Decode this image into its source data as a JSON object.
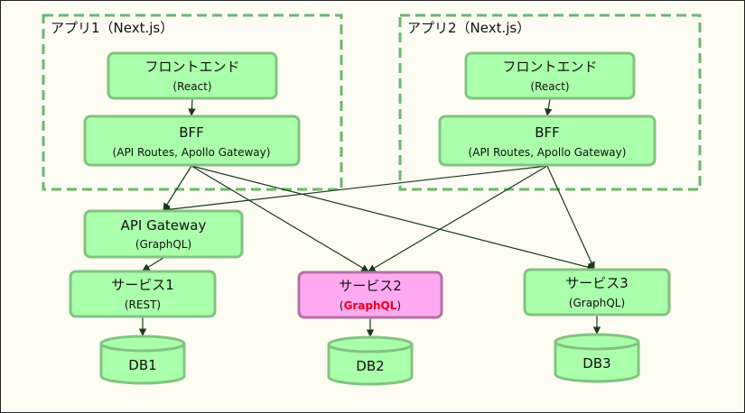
{
  "groups": [
    {
      "id": "app1",
      "title": "アプリ1（Next.js）"
    },
    {
      "id": "app2",
      "title": "アプリ2（Next.js）"
    }
  ],
  "nodes": {
    "fe1": {
      "label": "フロントエンド",
      "sub": "(React)"
    },
    "bff1": {
      "label": "BFF",
      "sub": "(API Routes, Apollo Gateway)"
    },
    "fe2": {
      "label": "フロントエンド",
      "sub": "(React)"
    },
    "bff2": {
      "label": "BFF",
      "sub": "(API Routes, Apollo Gateway)"
    },
    "apigw": {
      "label": "API Gateway",
      "sub": "(GraphQL)"
    },
    "svc1": {
      "label": "サービス1",
      "sub": "(REST)"
    },
    "svc2": {
      "label": "サービス2",
      "sub_open": "(",
      "sub_hl": "GraphQL",
      "sub_close": ")"
    },
    "svc3": {
      "label": "サービス3",
      "sub": "(GraphQL)"
    },
    "db1": {
      "label": "DB1"
    },
    "db2": {
      "label": "DB2"
    },
    "db3": {
      "label": "DB3"
    }
  },
  "edges": [
    {
      "from": "fe1",
      "to": "bff1"
    },
    {
      "from": "fe2",
      "to": "bff2"
    },
    {
      "from": "bff1",
      "to": "apigw"
    },
    {
      "from": "bff1",
      "to": "svc2"
    },
    {
      "from": "bff1",
      "to": "svc3"
    },
    {
      "from": "bff2",
      "to": "apigw"
    },
    {
      "from": "bff2",
      "to": "svc2"
    },
    {
      "from": "bff2",
      "to": "svc3"
    },
    {
      "from": "apigw",
      "to": "svc1"
    },
    {
      "from": "svc1",
      "to": "db1"
    },
    {
      "from": "svc2",
      "to": "db2"
    },
    {
      "from": "svc3",
      "to": "db3"
    }
  ],
  "colors": {
    "node_fill": "#aaffaa",
    "node_stroke": "#82c382",
    "highlight_fill": "#ffaaf0",
    "highlight_stroke": "#b570a6",
    "highlight_text": "#e8001c",
    "group_stroke": "#6cb86c",
    "edge": "#1a3a1a"
  }
}
